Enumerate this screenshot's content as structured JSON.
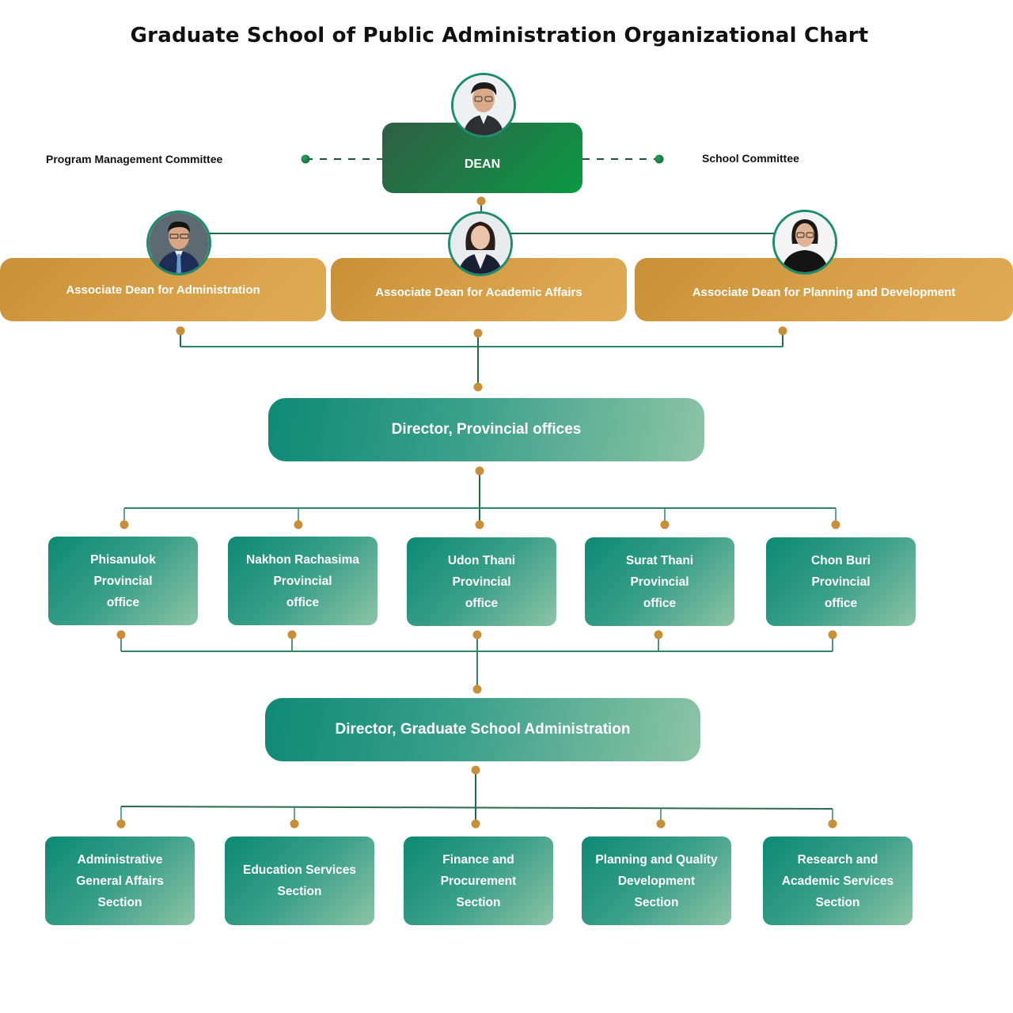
{
  "title": "Graduate School of Public Administration Organizational Chart",
  "committees": {
    "left": "Program Management Committee",
    "right": "School Committee"
  },
  "dean": {
    "label": "DEAN",
    "avatar": "dean-photo"
  },
  "associate_deans": [
    {
      "label": "Associate Dean for Administration",
      "avatar": "associate-dean-administration-photo"
    },
    {
      "label": "Associate Dean for Academic Affairs",
      "avatar": "associate-dean-academic-photo"
    },
    {
      "label": "Associate Dean for Planning and Development",
      "avatar": "associate-dean-planning-photo"
    }
  ],
  "director_provincial": {
    "label": "Director, Provincial offices"
  },
  "provincial_offices": [
    {
      "lines": [
        "Phisanulok",
        "Provincial",
        "office"
      ]
    },
    {
      "lines": [
        "Nakhon Rachasima",
        "Provincial",
        "office"
      ]
    },
    {
      "lines": [
        "Udon Thani",
        "Provincial",
        "office"
      ]
    },
    {
      "lines": [
        "Surat Thani",
        "Provincial",
        "office"
      ]
    },
    {
      "lines": [
        "Chon Buri",
        "Provincial",
        "office"
      ]
    }
  ],
  "director_admin": {
    "label": "Director, Graduate School Administration"
  },
  "sections": [
    {
      "lines": [
        "Administrative",
        "General Affairs",
        "Section"
      ]
    },
    {
      "lines": [
        "Education Services",
        "Section"
      ]
    },
    {
      "lines": [
        "Finance and",
        "Procurement",
        "Section"
      ]
    },
    {
      "lines": [
        "Planning and Quality",
        "Development",
        "Section"
      ]
    },
    {
      "lines": [
        "Research and",
        "Academic Services",
        "Section"
      ]
    }
  ],
  "colors": {
    "dean_green": "#1f7a45",
    "associate_gold": "#d9a24a",
    "teal": "#0d8a76",
    "connector_dot": "#c98e38",
    "connector_line": "#1e6b4a"
  }
}
